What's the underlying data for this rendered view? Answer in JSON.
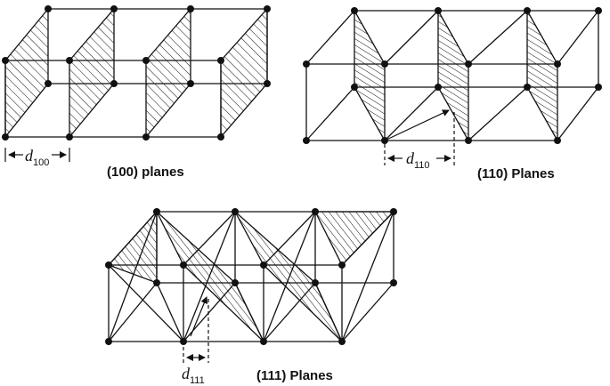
{
  "panels": [
    {
      "id": "100",
      "caption": "(100) planes",
      "spacing_label": {
        "symbol": "d",
        "subscript": "100"
      }
    },
    {
      "id": "110",
      "caption": "(110) Planes",
      "spacing_label": {
        "symbol": "d",
        "subscript": "110"
      }
    },
    {
      "id": "111",
      "caption": "(111) Planes",
      "spacing_label": {
        "symbol": "d",
        "subscript": "111"
      }
    }
  ],
  "colors": {
    "line": "#111111",
    "atom": "#111111",
    "background": "#ffffff"
  }
}
